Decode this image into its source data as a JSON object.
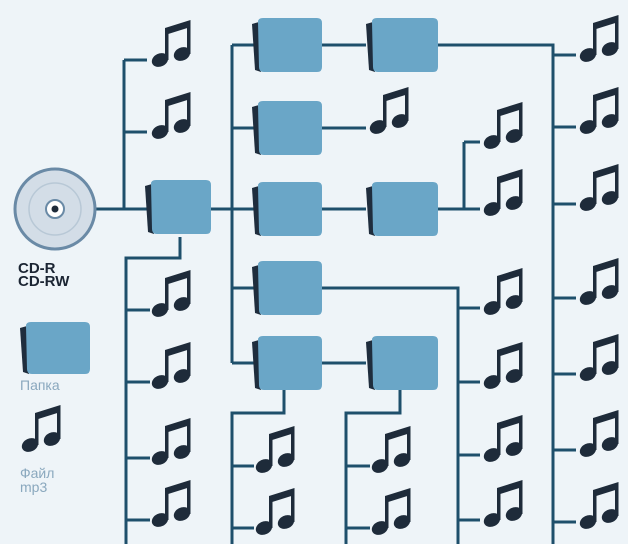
{
  "colors": {
    "line": "#1e4f6b",
    "folder": "#6aa6c7",
    "folder_back": "#1f2d3d",
    "note": "#1e2b3a",
    "disc": "#d3dde7",
    "disc_edge": "#6a8aa6"
  },
  "icons": {
    "disc": "cd-disc-icon",
    "folder": "folder-icon",
    "file": "music-note-icon"
  },
  "disc_label": [
    "CD-R",
    "CD-RW"
  ],
  "legend": {
    "folder_label": "Папка",
    "file_label": [
      "Файл",
      "mp3"
    ]
  }
}
